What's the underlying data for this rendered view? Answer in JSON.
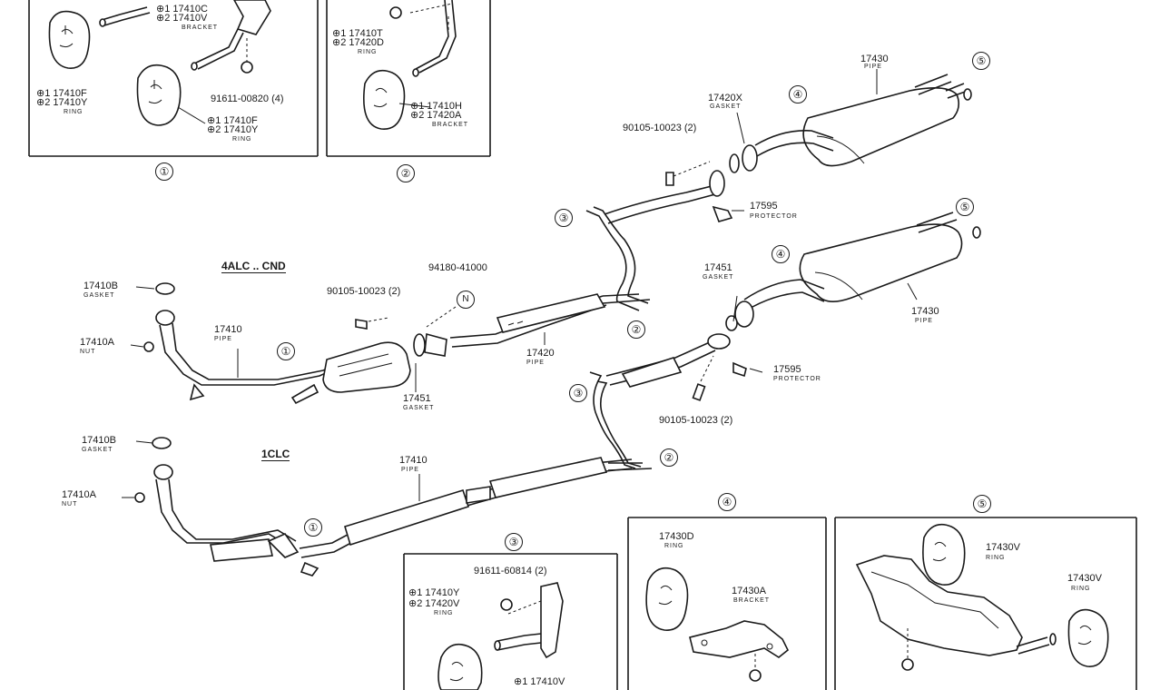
{
  "sections": {
    "c1": "4ALC .. CND",
    "c2": "1CLC"
  },
  "callouts": [
    "①",
    "②",
    "③",
    "④",
    "⑤"
  ],
  "inset1": {
    "top_a": "⊕1 17410C",
    "top_b": "⊕2 17410V",
    "bracket": "BRACKET",
    "bolt": "91611-00820 (4)",
    "ring1_a": "⊕1 17410F",
    "ring1_b": "⊕2 17410Y",
    "ring1_sub": "RING",
    "ring2_a": "⊕1 17410F",
    "ring2_b": "⊕2 17410Y",
    "ring2_sub": "RING"
  },
  "inset2": {
    "ring_a": "⊕1 17410T",
    "ring_b": "⊕2 17420D",
    "ring_sub": "RING",
    "br_a": "⊕1 17410H",
    "br_b": "⊕2 17420A",
    "br_sub": "BRACKET"
  },
  "inset3": {
    "bolt": "91611-60814 (2)",
    "ring_a": "⊕1 17410Y",
    "ring_b": "⊕2 17420V",
    "ring_sub": "RING",
    "br_a": "⊕1 17410V"
  },
  "inset4": {
    "ring": "17430D",
    "ring_sub": "RING",
    "bracket": "17430A",
    "bracket_sub": "BRACKET"
  },
  "inset5": {
    "ring1": "17430V",
    "ring1_sub": "RING",
    "ring2": "17430V",
    "ring2_sub": "RING"
  },
  "upper": {
    "pipe_17430": "17430",
    "pipe_sub": "PIPE",
    "gasket_17420x": "17420X",
    "gasket_sub": "GASKET",
    "bolt": "90105-10023 (2)",
    "protector": "17595",
    "protector_sub": "PROTECTOR",
    "gasket_17410b": "17410B",
    "gasket_17410b_sub": "GASKET",
    "nut": "17410A",
    "nut_sub": "NUT",
    "pipe_17410": "17410",
    "pipe_17410_sub": "PIPE",
    "bolt2": "90105-10023 (2)",
    "plug": "94180-41000",
    "pipe_17420": "17420",
    "pipe_17420_sub": "PIPE",
    "gasket_17451": "17451",
    "gasket_17451_sub": "GASKET"
  },
  "lower": {
    "gasket_17451": "17451",
    "gasket_sub": "GASKET",
    "pipe_17430": "17430",
    "pipe_sub": "PIPE",
    "protector": "17595",
    "protector_sub": "PROTECTOR",
    "bolt": "90105-10023 (2)",
    "gasket_17410b": "17410B",
    "gasket_17410b_sub": "GASKET",
    "nut": "17410A",
    "nut_sub": "NUT",
    "pipe_17410": "17410",
    "pipe_17410_sub": "PIPE"
  }
}
